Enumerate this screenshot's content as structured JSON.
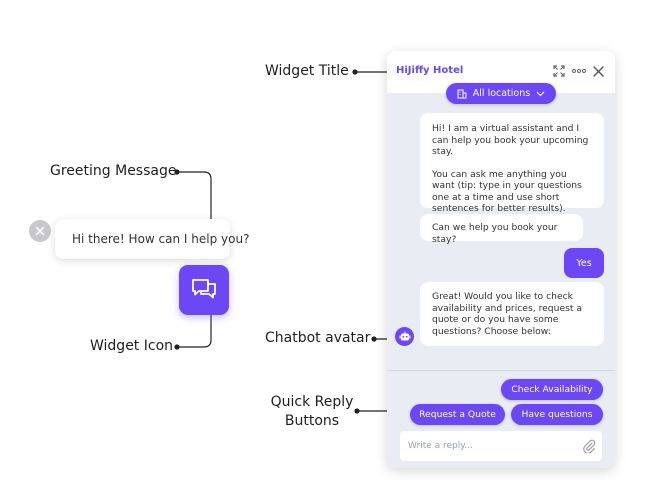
{
  "callouts": {
    "widget_title": "Widget Title",
    "greeting_message": "Greeting Message",
    "widget_icon": "Widget Icon",
    "chatbot_avatar": "Chatbot avatar",
    "quick_reply_line1": "Quick Reply",
    "quick_reply_line2": "Buttons"
  },
  "greeting": {
    "text": "Hi there! How can I help you?"
  },
  "widget": {
    "title": "HiJiffy Hotel",
    "location_pill": "All locations",
    "messages": {
      "bot1_p1": "Hi! I am a virtual assistant and I can help you book your upcoming stay.",
      "bot1_p2": "You can ask me anything you want (tip: type in your questions one at a time and use short sentences for better results).",
      "bot2": "Can we help you book your stay?",
      "user1": "Yes",
      "bot3": "Great! Would you like to check availability and prices, request a quote or do you have some questions? Choose below:"
    },
    "quick_replies": {
      "check_availability": "Check Availability",
      "request_quote": "Request a Quote",
      "have_questions": "Have questions"
    },
    "reply_placeholder": "Write a reply..."
  },
  "colors": {
    "brand": "#6b47f5",
    "panel_bg": "#e9ecf2"
  },
  "icons": [
    "expand-icon",
    "more-icon",
    "close-icon",
    "building-icon",
    "chevron-down-icon",
    "chat-bubbles-icon",
    "robot-icon",
    "paperclip-icon"
  ]
}
